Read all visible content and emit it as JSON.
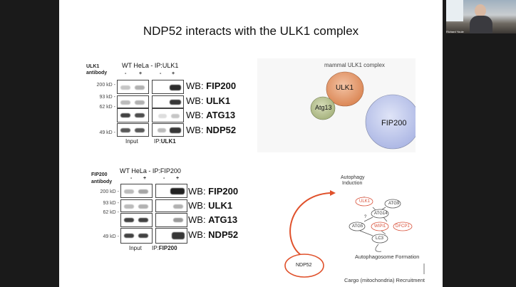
{
  "slide": {
    "title": "NDP52 interacts with the ULK1 complex",
    "blot1": {
      "antibody_label": "ULK1",
      "antibody_sub": "antibody",
      "header": "WT HeLa - IP:ULK1",
      "signs": [
        "-",
        "+",
        "-",
        "+"
      ],
      "markers": [
        "200 kD -",
        "93 kD -",
        "62 kD -",
        "49 kD -"
      ],
      "rows": [
        {
          "prefix": "WB: ",
          "protein": "FIP200"
        },
        {
          "prefix": "WB: ",
          "protein": "ULK1"
        },
        {
          "prefix": "WB: ",
          "protein": "ATG13"
        },
        {
          "prefix": "WB: ",
          "protein": "NDP52"
        }
      ],
      "footer_input": "Input",
      "footer_ip_prefix": "IP:",
      "footer_ip": "ULK1"
    },
    "blot2": {
      "antibody_label": "FIP200",
      "antibody_sub": "antibody",
      "header": "WT HeLa - IP:FIP200",
      "signs": [
        "-",
        "+",
        "-",
        "+"
      ],
      "markers": [
        "200 kD -",
        "93 kD -",
        "62 kD -",
        "49 kD -"
      ],
      "rows": [
        {
          "prefix": "WB: ",
          "protein": "FIP200"
        },
        {
          "prefix": "WB: ",
          "protein": "ULK1"
        },
        {
          "prefix": "WB: ",
          "protein": "ATG13"
        },
        {
          "prefix": "WB: ",
          "protein": "NDP52"
        }
      ],
      "footer_input": "Input",
      "footer_ip_prefix": "IP:",
      "footer_ip": "FIP200"
    },
    "complex": {
      "title": "mammal ULK1 complex",
      "ulk1": "ULK1",
      "atg13": "Atg13",
      "fip200": "FIP200",
      "colors": {
        "ulk1": "#d9824f",
        "atg13": "#a3b07a",
        "fip200": "#a9b4e3"
      }
    },
    "pathway": {
      "top1": "Autophagy",
      "top2": "Induction",
      "ulk1": "ULK1",
      "atg9": "ATG9",
      "atg14": "ATG14",
      "q": "?",
      "atg5": "ATG5",
      "wipi1": "WIPI1",
      "dfcp1": "DFCP1",
      "lc3": "LC3",
      "formation": "Autophagosome Formation",
      "cargo": "Cargo (mitochondria) Recruitment",
      "ndp52": "NDP52",
      "colors": {
        "arrow": "#e0512b",
        "highlight": "#d9513a"
      }
    }
  },
  "video": {
    "participant": "Richard Youle"
  }
}
